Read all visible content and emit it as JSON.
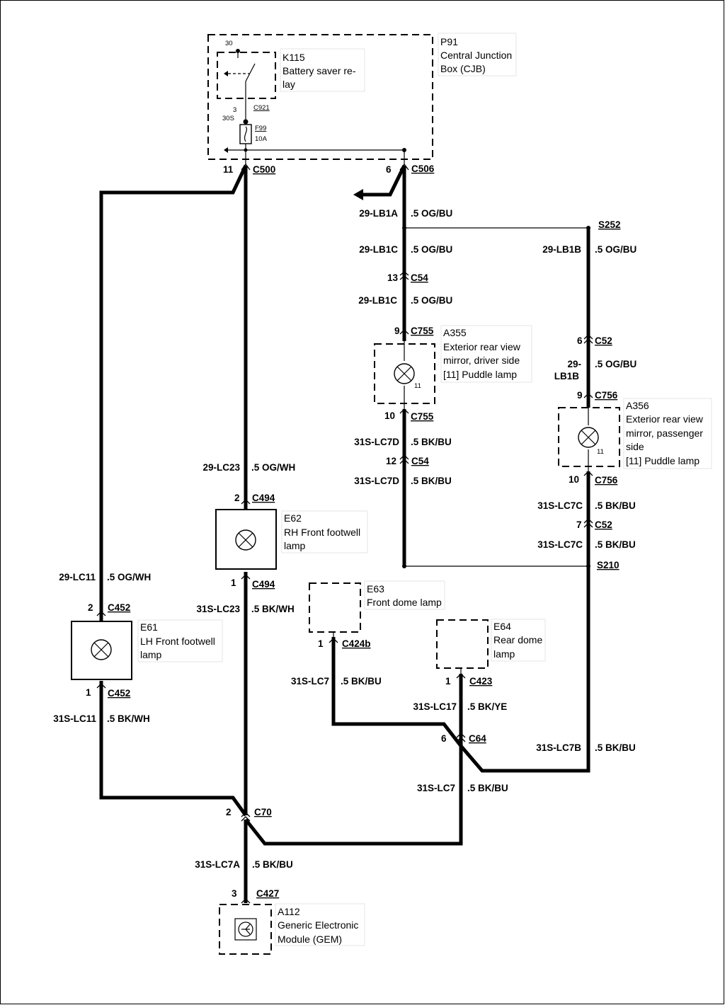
{
  "components": {
    "p91": {
      "id": "P91",
      "lines": [
        "Central Junction",
        "Box (CJB)"
      ]
    },
    "k115": {
      "id": "K115",
      "lines": [
        "Battery saver re-",
        "lay"
      ]
    },
    "a355": {
      "id": "A355",
      "lines": [
        "Exterior rear view",
        "mirror, driver side",
        "[11] Puddle lamp"
      ]
    },
    "a356": {
      "id": "A356",
      "lines": [
        "Exterior rear view",
        "mirror, passenger",
        "side",
        "[11] Puddle lamp"
      ]
    },
    "e62": {
      "id": "E62",
      "lines": [
        "RH Front footwell",
        "lamp"
      ]
    },
    "e61": {
      "id": "E61",
      "lines": [
        "LH Front footwell",
        "lamp"
      ]
    },
    "e63": {
      "id": "E63",
      "lines": [
        "Front dome lamp"
      ]
    },
    "e64": {
      "id": "E64",
      "lines": [
        "Rear dome",
        "lamp"
      ]
    },
    "a112": {
      "id": "A112",
      "lines": [
        "Generic Electronic",
        "Module (GEM)"
      ]
    }
  },
  "internal": {
    "pin30": "30",
    "pin3": "3",
    "pin30s": "30S",
    "c921": "C921",
    "fuse": "F99",
    "fuse_rating": "10A",
    "lamp_pin_a355": "11",
    "lamp_pin_a356": "11"
  },
  "connectors": [
    {
      "pin": "11",
      "name": "C500"
    },
    {
      "pin": "6",
      "name": "C506"
    },
    {
      "pin": "",
      "name": "S252"
    },
    {
      "pin": "13",
      "name": "C54"
    },
    {
      "pin": "9",
      "name": "C755"
    },
    {
      "pin": "10",
      "name": "C755"
    },
    {
      "pin": "12",
      "name": "C54"
    },
    {
      "pin": "6",
      "name": "C52"
    },
    {
      "pin": "9",
      "name": "C756"
    },
    {
      "pin": "10",
      "name": "C756"
    },
    {
      "pin": "7",
      "name": "C52"
    },
    {
      "pin": "",
      "name": "S210"
    },
    {
      "pin": "2",
      "name": "C494"
    },
    {
      "pin": "1",
      "name": "C494"
    },
    {
      "pin": "2",
      "name": "C452"
    },
    {
      "pin": "1",
      "name": "C452"
    },
    {
      "pin": "1",
      "name": "C424b"
    },
    {
      "pin": "1",
      "name": "C423"
    },
    {
      "pin": "6",
      "name": "C64"
    },
    {
      "pin": "2",
      "name": "C70"
    },
    {
      "pin": "3",
      "name": "C427"
    }
  ],
  "wires": [
    {
      "circuit": "29-LB1A",
      "spec": ".5 OG/BU"
    },
    {
      "circuit": "29-LB1C",
      "spec": ".5 OG/BU"
    },
    {
      "circuit": "29-LB1C",
      "spec": ".5 OG/BU"
    },
    {
      "circuit": "29-LB1B",
      "spec": ".5 OG/BU"
    },
    {
      "circuit": "29-LB1B",
      "spec": ".5 OG/BU"
    },
    {
      "circuit": "31S-LC7D",
      "spec": ".5 BK/BU"
    },
    {
      "circuit": "31S-LC7D",
      "spec": ".5 BK/BU"
    },
    {
      "circuit": "31S-LC7C",
      "spec": ".5 BK/BU"
    },
    {
      "circuit": "31S-LC7C",
      "spec": ".5 BK/BU"
    },
    {
      "circuit": "29-LC23",
      "spec": ".5 OG/WH"
    },
    {
      "circuit": "29-LC11",
      "spec": ".5 OG/WH"
    },
    {
      "circuit": "31S-LC23",
      "spec": ".5 BK/WH"
    },
    {
      "circuit": "31S-LC11",
      "spec": ".5 BK/WH"
    },
    {
      "circuit": "31S-LC7",
      "spec": ".5 BK/BU"
    },
    {
      "circuit": "31S-LC17",
      "spec": ".5 BK/YE"
    },
    {
      "circuit": "31S-LC7B",
      "spec": ".5 BK/BU"
    },
    {
      "circuit": "31S-LC7",
      "spec": ".5 BK/BU"
    },
    {
      "circuit": "31S-LC7A",
      "spec": ".5 BK/BU"
    }
  ]
}
